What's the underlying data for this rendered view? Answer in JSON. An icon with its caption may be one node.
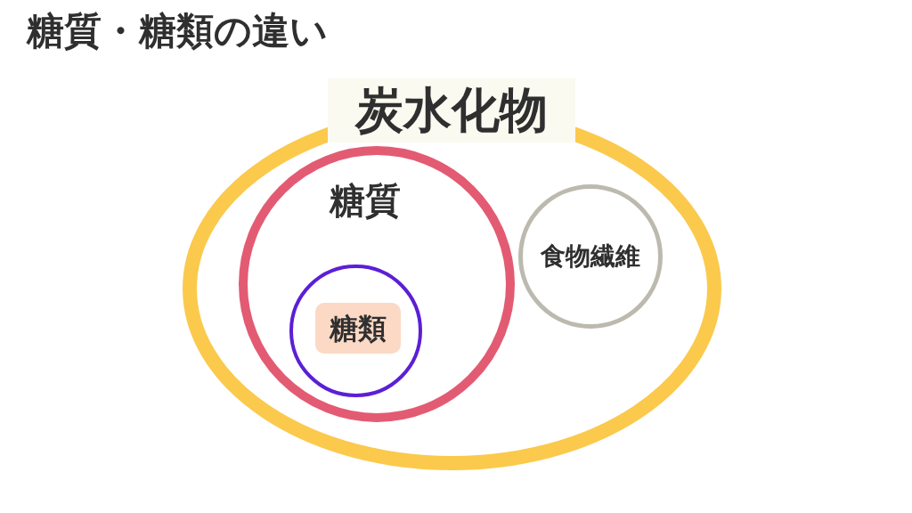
{
  "diagram": {
    "title": "糖質・糖類の違い",
    "nodes": [
      {
        "text": [
          "炭水化物"
        ]
      },
      {
        "text": [
          "糖質"
        ],
        "in": 0
      },
      {
        "text": [
          "糖類"
        ],
        "in": 1
      },
      {
        "text": [
          "食物繊維"
        ],
        "in": 0
      }
    ]
  }
}
